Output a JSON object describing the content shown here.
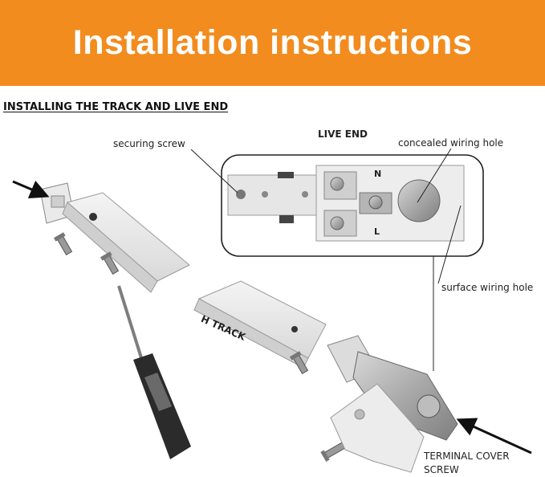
{
  "banner": {
    "title": "Installation instructions"
  },
  "section": {
    "heading": "INSTALLING THE TRACK AND LIVE END"
  },
  "labels": {
    "securing_screw": "securing screw",
    "live_end": "LIVE END",
    "concealed_wiring_hole": "concealed wiring hole",
    "surface_wiring_hole": "surface wiring hole",
    "h_track": "H TRACK",
    "terminal_cover_line1": "TERMINAL COVER",
    "terminal_cover_line2": "SCREW",
    "terminal_n": "N",
    "terminal_l": "L"
  },
  "colors": {
    "banner": "#f28c1e",
    "banner_text": "#ffffff"
  }
}
